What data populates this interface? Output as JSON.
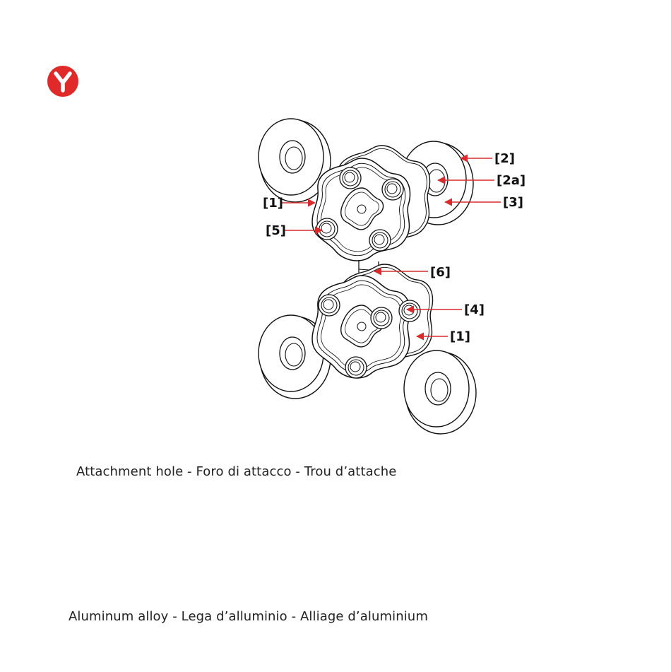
{
  "brand": {
    "logo_icon": "y-logo-icon",
    "logo_letter": "Y",
    "logo_color": "#e02a2a"
  },
  "diagram": {
    "callouts": {
      "c2": "[2]",
      "c2a": "[2a]",
      "c3": "[3]",
      "c1_top": "[1]",
      "c5": "[5]",
      "c6": "[6]",
      "c4": "[4]",
      "c1_bottom": "[1]"
    },
    "arrow_color": "#d92b2b",
    "line_color": "#111111"
  },
  "captions": {
    "attachment_hole": "Attachment hole - Foro di attacco - Trou d’attache",
    "material": "Aluminum alloy - Lega d’alluminio - Alliage d’aluminium"
  }
}
